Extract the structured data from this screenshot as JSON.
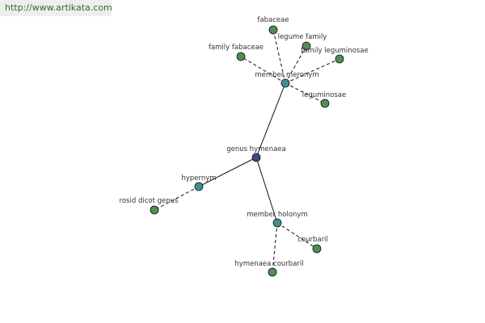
{
  "watermark": {
    "text": "http://www.artikata.com"
  },
  "colors": {
    "center": "#3a4a8c",
    "relation": "#3f8f8f",
    "leaf": "#4f8f4f"
  },
  "diagram": {
    "nodes": [
      {
        "id": "genus",
        "label": "genus hymenaea",
        "kind": "center"
      },
      {
        "id": "meronym",
        "label": "member meronym",
        "kind": "relation"
      },
      {
        "id": "hypernym",
        "label": "hypernym",
        "kind": "relation"
      },
      {
        "id": "holonym",
        "label": "member holonym",
        "kind": "relation"
      },
      {
        "id": "fabaceae",
        "label": "fabaceae",
        "kind": "leaf"
      },
      {
        "id": "legume",
        "label": "legume family",
        "kind": "leaf"
      },
      {
        "id": "famfab",
        "label": "family fabaceae",
        "kind": "leaf"
      },
      {
        "id": "famleg",
        "label": "family leguminosae",
        "kind": "leaf"
      },
      {
        "id": "legum",
        "label": "leguminosae",
        "kind": "leaf"
      },
      {
        "id": "rosid",
        "label": "rosid dicot genus",
        "kind": "leaf"
      },
      {
        "id": "courbaril",
        "label": "courbaril",
        "kind": "leaf"
      },
      {
        "id": "hcourbaril",
        "label": "hymenaea courbaril",
        "kind": "leaf"
      }
    ],
    "edges": [
      {
        "from": "genus",
        "to": "meronym",
        "style": "solid"
      },
      {
        "from": "genus",
        "to": "hypernym",
        "style": "solid"
      },
      {
        "from": "genus",
        "to": "holonym",
        "style": "solid"
      },
      {
        "from": "meronym",
        "to": "fabaceae",
        "style": "dashed"
      },
      {
        "from": "meronym",
        "to": "legume",
        "style": "dashed"
      },
      {
        "from": "meronym",
        "to": "famfab",
        "style": "dashed"
      },
      {
        "from": "meronym",
        "to": "famleg",
        "style": "dashed"
      },
      {
        "from": "meronym",
        "to": "legum",
        "style": "dashed"
      },
      {
        "from": "hypernym",
        "to": "rosid",
        "style": "dashed"
      },
      {
        "from": "holonym",
        "to": "courbaril",
        "style": "dashed"
      },
      {
        "from": "holonym",
        "to": "hcourbaril",
        "style": "dashed"
      }
    ]
  }
}
